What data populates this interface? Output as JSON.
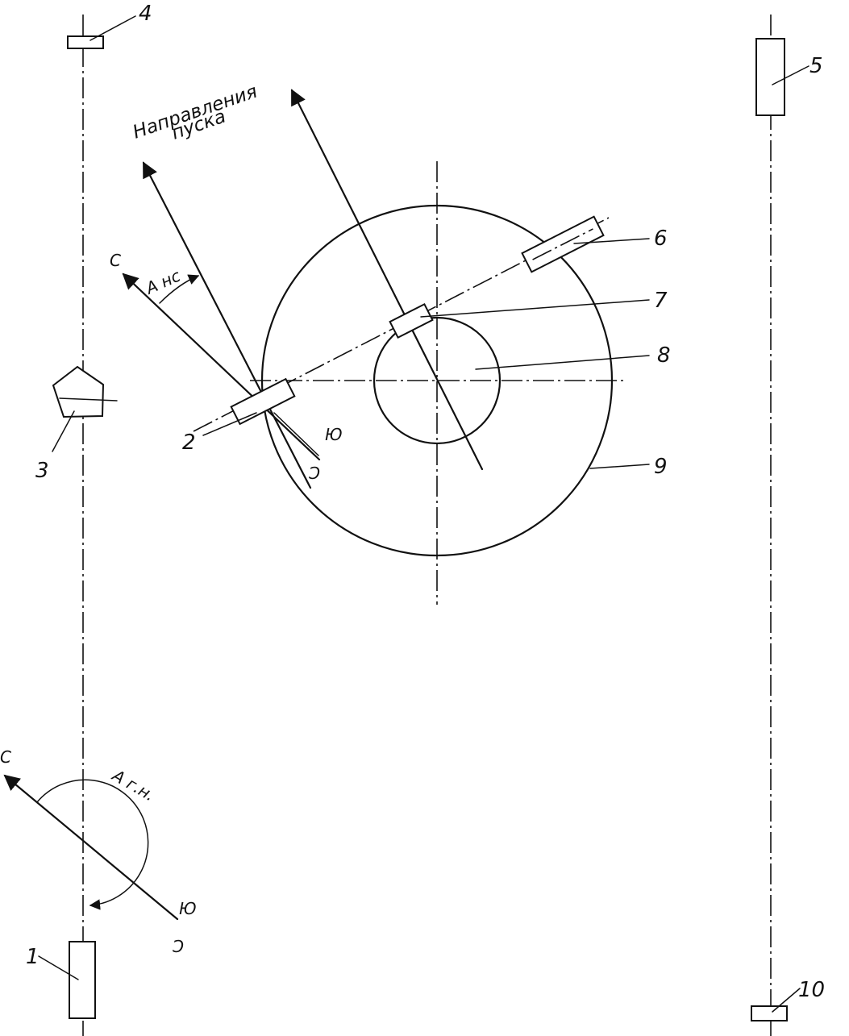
{
  "labels": {
    "launch_direction_line1": "Направления",
    "launch_direction_line2": "пуска",
    "north_top": "С",
    "north_bottom": "С",
    "azimuth_launcher": "А нс",
    "azimuth_gyro": "А г.н.",
    "south_upper": "Ю",
    "south_lower": "Ю",
    "north_upper_mark": "С",
    "north_lower_mark": "С"
  },
  "numbers": {
    "n1": "1",
    "n2": "2",
    "n3": "3",
    "n4": "4",
    "n5": "5",
    "n6": "6",
    "n7": "7",
    "n8": "8",
    "n9": "9",
    "n10": "10"
  }
}
